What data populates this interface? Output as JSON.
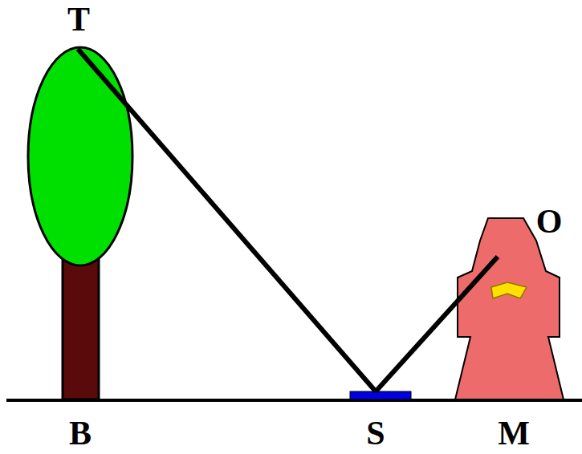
{
  "diagram": {
    "labels": [
      "T",
      "O",
      "B",
      "S",
      "M"
    ]
  }
}
